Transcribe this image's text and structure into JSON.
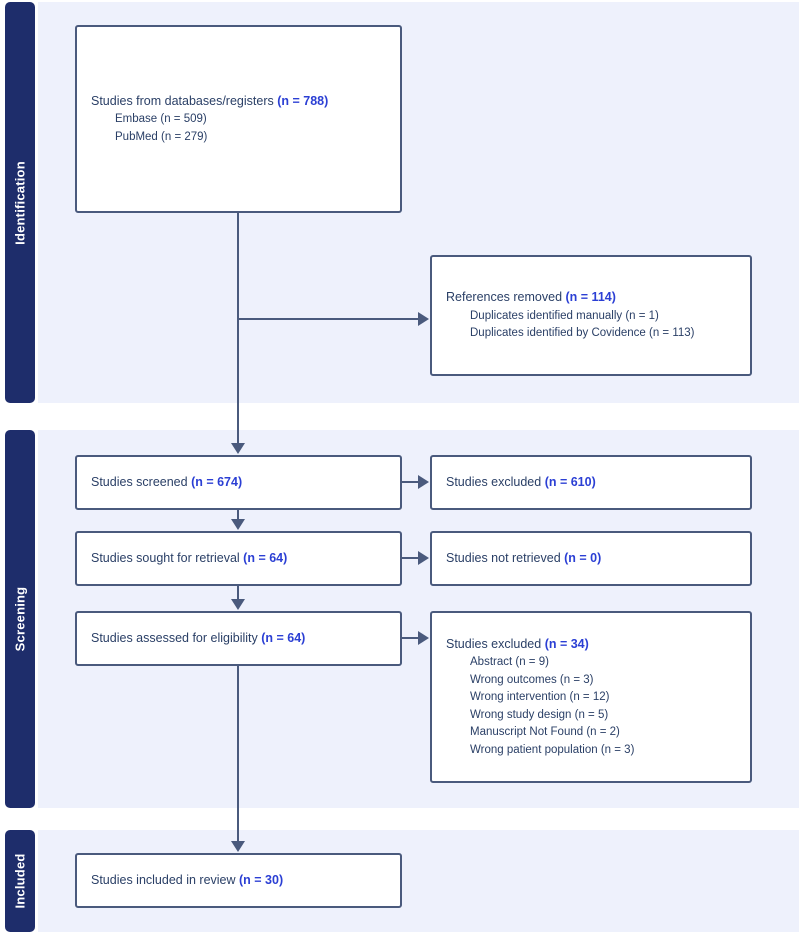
{
  "diagram": {
    "type": "prisma-flow-diagram",
    "colors": {
      "sidebar": "#1e2d6b",
      "panel": "#eef1fc",
      "box_border": "#4a5a7d",
      "text": "#2a3f66",
      "count_accent": "#2b3fd4",
      "page_background": "#ffffff"
    }
  },
  "bands": {
    "identification": {
      "label": "Identification"
    },
    "screening": {
      "label": "Screening"
    },
    "included": {
      "label": "Included"
    }
  },
  "boxes": {
    "databases": {
      "title": "Studies from databases/registers ",
      "count": "(n = 788)",
      "items": [
        "Embase (n = 509)",
        "PubMed (n = 279)"
      ]
    },
    "refs_removed": {
      "title": "References removed ",
      "count": "(n = 114)",
      "items": [
        "Duplicates identified manually (n = 1)",
        "Duplicates identified by Covidence (n = 113)"
      ]
    },
    "screened": {
      "title": "Studies screened ",
      "count": "(n = 674)"
    },
    "excluded": {
      "title": "Studies excluded ",
      "count": "(n = 610)"
    },
    "sought": {
      "title": "Studies sought for retrieval ",
      "count": "(n = 64)"
    },
    "not_retrieved": {
      "title": "Studies not retrieved ",
      "count": "(n = 0)"
    },
    "eligibility": {
      "title": "Studies assessed for eligibility ",
      "count": "(n = 64)"
    },
    "excluded_reasons": {
      "title": "Studies excluded ",
      "count": "(n = 34)",
      "items": [
        "Abstract (n = 9)",
        "Wrong outcomes (n = 3)",
        "Wrong intervention (n = 12)",
        "Wrong study design (n = 5)",
        "Manuscript Not Found (n = 2)",
        "Wrong patient population (n = 3)"
      ]
    },
    "included": {
      "title": "Studies included in review ",
      "count": "(n = 30)"
    }
  }
}
